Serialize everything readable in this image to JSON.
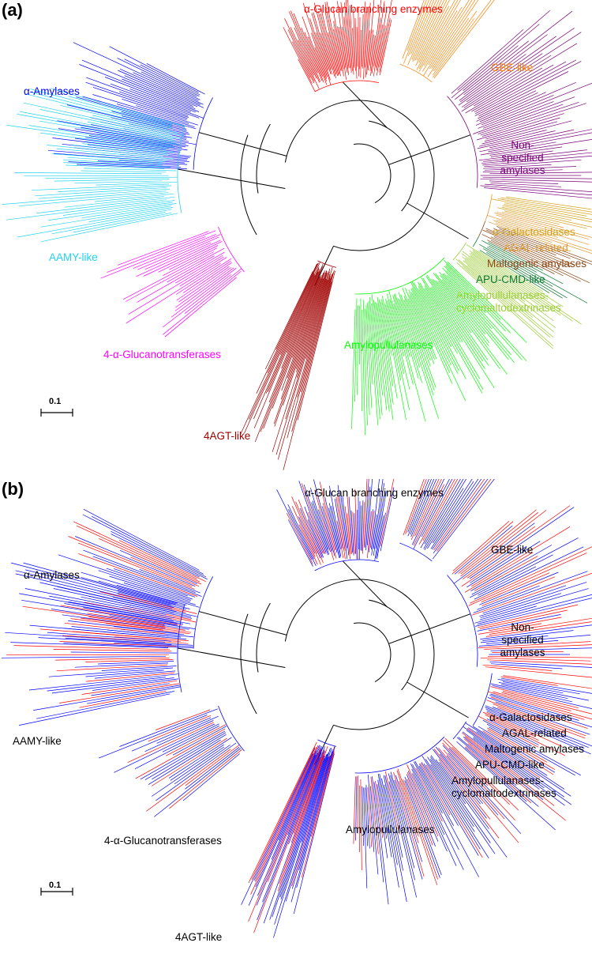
{
  "panels": [
    {
      "letter": "(a)",
      "scale_label": "0.1",
      "clades": [
        {
          "name": "α-Glucan branching enzymes",
          "color": "#ff0000"
        },
        {
          "name": "GBE-like",
          "color": "#ff8000"
        },
        {
          "name": "Non-specified amylases",
          "color": "#7a007a"
        },
        {
          "name": "α-Amylases",
          "color": "#0000ff"
        },
        {
          "name": "AAMY-like",
          "color": "#22d3ee"
        },
        {
          "name": "α-Galactosidases",
          "color": "#d4a017"
        },
        {
          "name": "AGAL-related",
          "color": "#e09a30"
        },
        {
          "name": "Maltogenic amylases",
          "color": "#8b4513"
        },
        {
          "name": "APU-CMD-like",
          "color": "#0b7a2f"
        },
        {
          "name": "Amylopullulanases-cyclomaltodextrinases",
          "color": "#9acd32"
        },
        {
          "name": "Amylopullulanases",
          "color": "#00ff00"
        },
        {
          "name": "4-α-Glucanotransferases",
          "color": "#ff00ff"
        },
        {
          "name": "4AGT-like",
          "color": "#a00000"
        }
      ]
    },
    {
      "letter": "(b)",
      "scale_label": "0.1",
      "clades": [
        {
          "name": "α-Glucan branching enzymes",
          "color": "#000000"
        },
        {
          "name": "GBE-like",
          "color": "#000000"
        },
        {
          "name": "Non-specified amylases",
          "color": "#000000"
        },
        {
          "name": "α-Amylases",
          "color": "#000000"
        },
        {
          "name": "AAMY-like",
          "color": "#000000"
        },
        {
          "name": "α-Galactosidases",
          "color": "#000000"
        },
        {
          "name": "AGAL-related",
          "color": "#000000"
        },
        {
          "name": "Maltogenic amylases",
          "color": "#000000"
        },
        {
          "name": "APU-CMD-like",
          "color": "#000000"
        },
        {
          "name": "Amylopullulanases-cyclomaltodextrinases",
          "color": "#000000"
        },
        {
          "name": "Amylopullulanases",
          "color": "#000000"
        },
        {
          "name": "4-α-Glucanotransferases",
          "color": "#000000"
        },
        {
          "name": "4AGT-like",
          "color": "#000000"
        }
      ]
    }
  ],
  "panel_b_branch_colors": {
    "blue": "#0000ff",
    "red": "#ff0000"
  }
}
